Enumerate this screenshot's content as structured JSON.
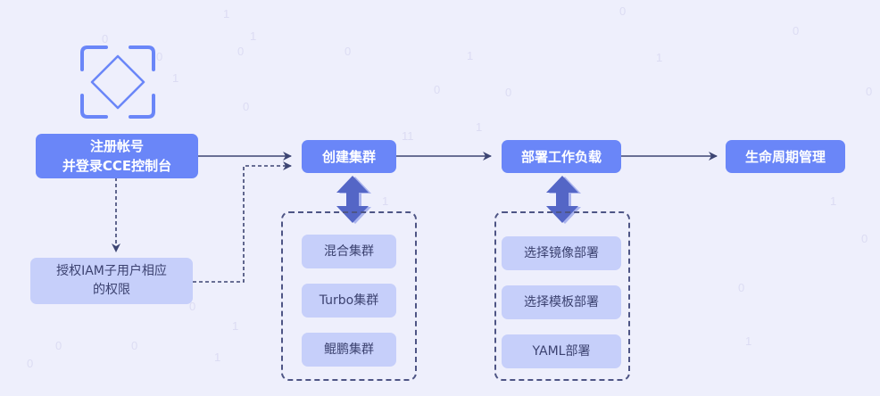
{
  "title": "CCE 使用流程",
  "steps": {
    "register": {
      "line1": "注册帐号",
      "line2": "并登录CCE控制台"
    },
    "authorize": {
      "line1": "授权IAM子用户相应",
      "line2": "的权限"
    },
    "create_cluster": "创建集群",
    "deploy_workload": "部署工作负载",
    "lifecycle": "生命周期管理"
  },
  "cluster_types": [
    "混合集群",
    "Turbo集群",
    "鲲鹏集群"
  ],
  "deploy_methods": [
    "选择镜像部署",
    "选择模板部署",
    "YAML部署"
  ],
  "icons": {
    "start_icon": "scan-diamond-icon",
    "bidirectional_arrow": "double-arrow-icon"
  },
  "colors": {
    "background": "#eeeffc",
    "primary": "#6a86f8",
    "secondary": "#c6cffa",
    "arrow": "#3d4573",
    "double_arrow": "#5466c6"
  },
  "background_digits": [
    "1",
    "0",
    "1",
    "0",
    "0",
    "0",
    "1",
    "0",
    "0",
    "0",
    "11",
    "1",
    "0",
    "1",
    "0",
    "1",
    "0",
    "1",
    "0",
    "1",
    "0",
    "0",
    "1",
    "0",
    "1",
    "0",
    "0",
    "1"
  ]
}
